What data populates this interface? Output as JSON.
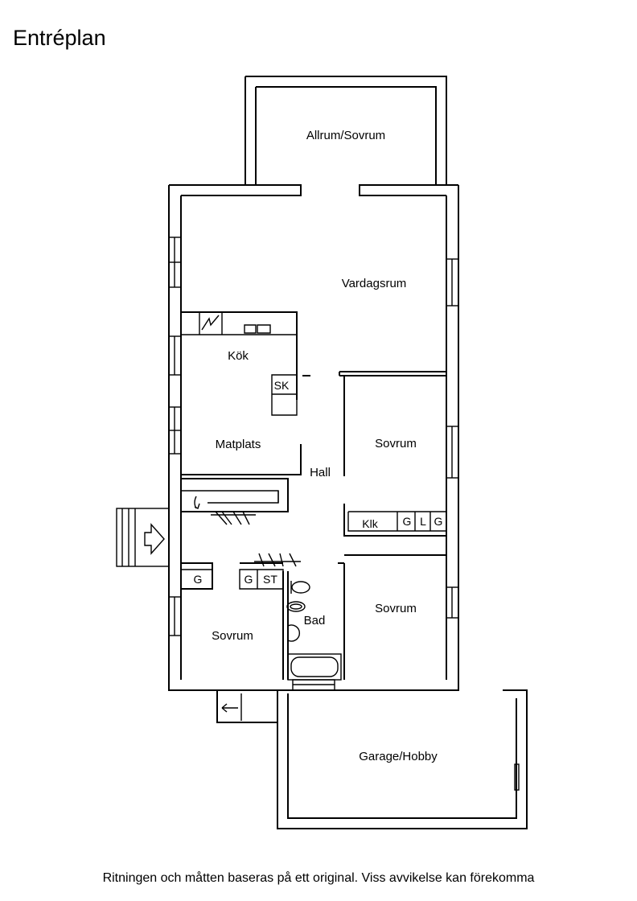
{
  "header": {
    "title": "Entréplan"
  },
  "footer": {
    "note": "Ritningen och måtten baseras på ett original. Viss avvikelse kan förekomma"
  },
  "rooms": {
    "allrum": "Allrum/Sovrum",
    "vardagsrum": "Vardagsrum",
    "kok": "Kök",
    "matplats": "Matplats",
    "hall": "Hall",
    "sovrum_right_upper": "Sovrum",
    "sovrum_left_lower": "Sovrum",
    "sovrum_right_lower": "Sovrum",
    "bad": "Bad",
    "garage": "Garage/Hobby"
  },
  "fixtures": {
    "sk": "SK",
    "klk": "Klk",
    "g1": "G",
    "l": "L",
    "g2": "G",
    "g_left": "G",
    "g_bath": "G",
    "st": "ST"
  },
  "icons": [
    "entrance-arrow-icon",
    "stove-icon",
    "wc-icon",
    "sink-icon",
    "bathtub-icon",
    "stair-arrow-icon"
  ]
}
